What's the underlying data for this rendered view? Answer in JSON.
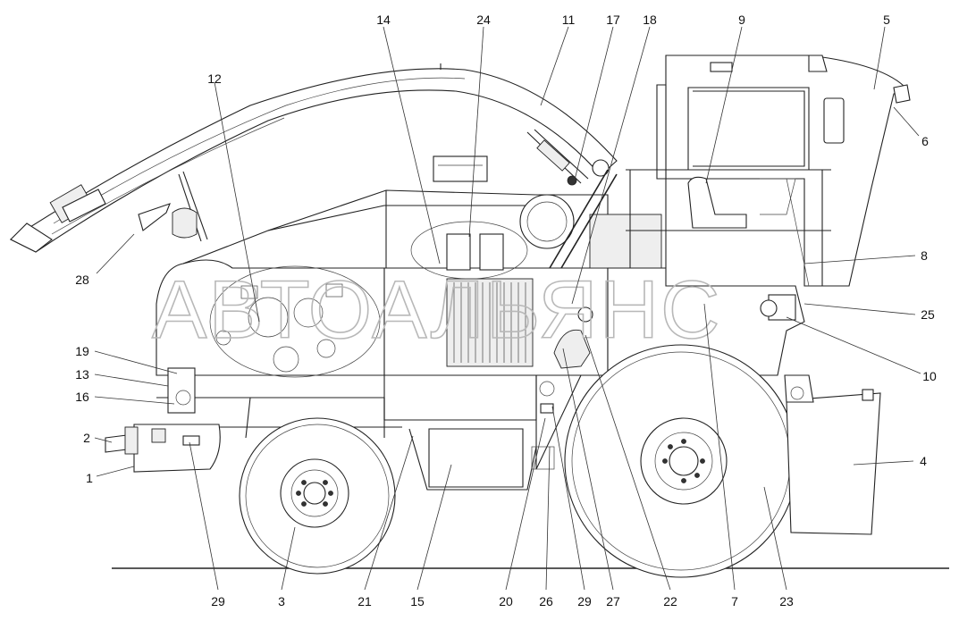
{
  "watermark": "АВТОАЛЬЯНС",
  "callouts": {
    "c1": "1",
    "c2": "2",
    "c3": "3",
    "c4": "4",
    "c5": "5",
    "c6": "6",
    "c7": "7",
    "c8": "8",
    "c9": "9",
    "c10": "10",
    "c11": "11",
    "c12": "12",
    "c13": "13",
    "c14": "14",
    "c15": "15",
    "c16": "16",
    "c17": "17",
    "c18": "18",
    "c19": "19",
    "c20": "20",
    "c21": "21",
    "c22": "22",
    "c23": "23",
    "c24": "24",
    "c25": "25",
    "c26": "26",
    "c27": "27",
    "c28": "28",
    "c29a": "29",
    "c29b": "29"
  }
}
